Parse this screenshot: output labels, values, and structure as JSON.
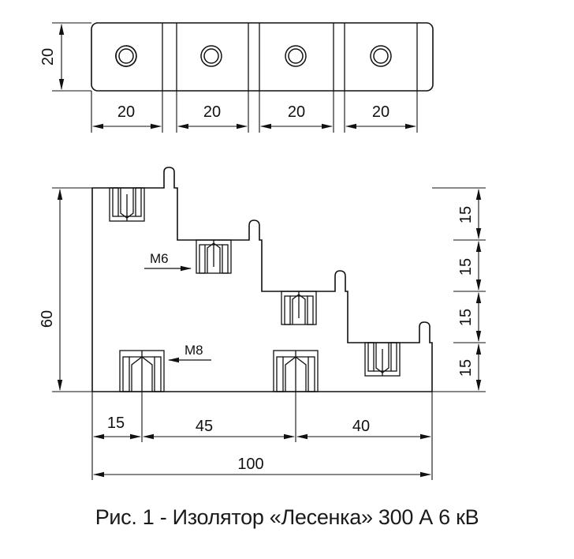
{
  "top_view": {
    "height_dim": "20",
    "width_dims": [
      "20",
      "20",
      "20",
      "20"
    ]
  },
  "front_view": {
    "left_height_dim": "60",
    "right_step_dims": [
      "15",
      "15",
      "15",
      "15"
    ],
    "bottom_dims": [
      "15",
      "45",
      "40"
    ],
    "overall_dim": "100",
    "label_m6": "M6",
    "label_m8": "M8"
  },
  "caption": "Рис. 1 - Изолятор «Лесенка» 300 А 6 кВ"
}
